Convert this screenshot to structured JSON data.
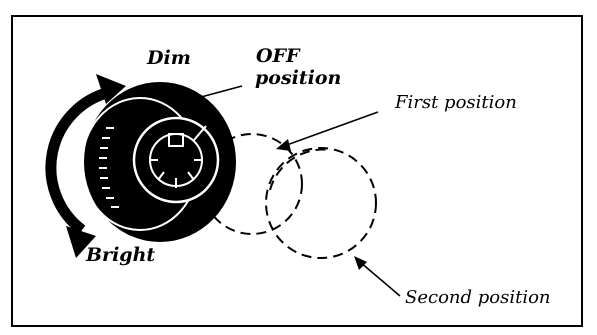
{
  "diagram": {
    "labels": {
      "dim": "Dim",
      "off_line1": "OFF",
      "off_line2": "position",
      "bright": "Bright",
      "first_position": "First position",
      "second_position": "Second position"
    }
  }
}
